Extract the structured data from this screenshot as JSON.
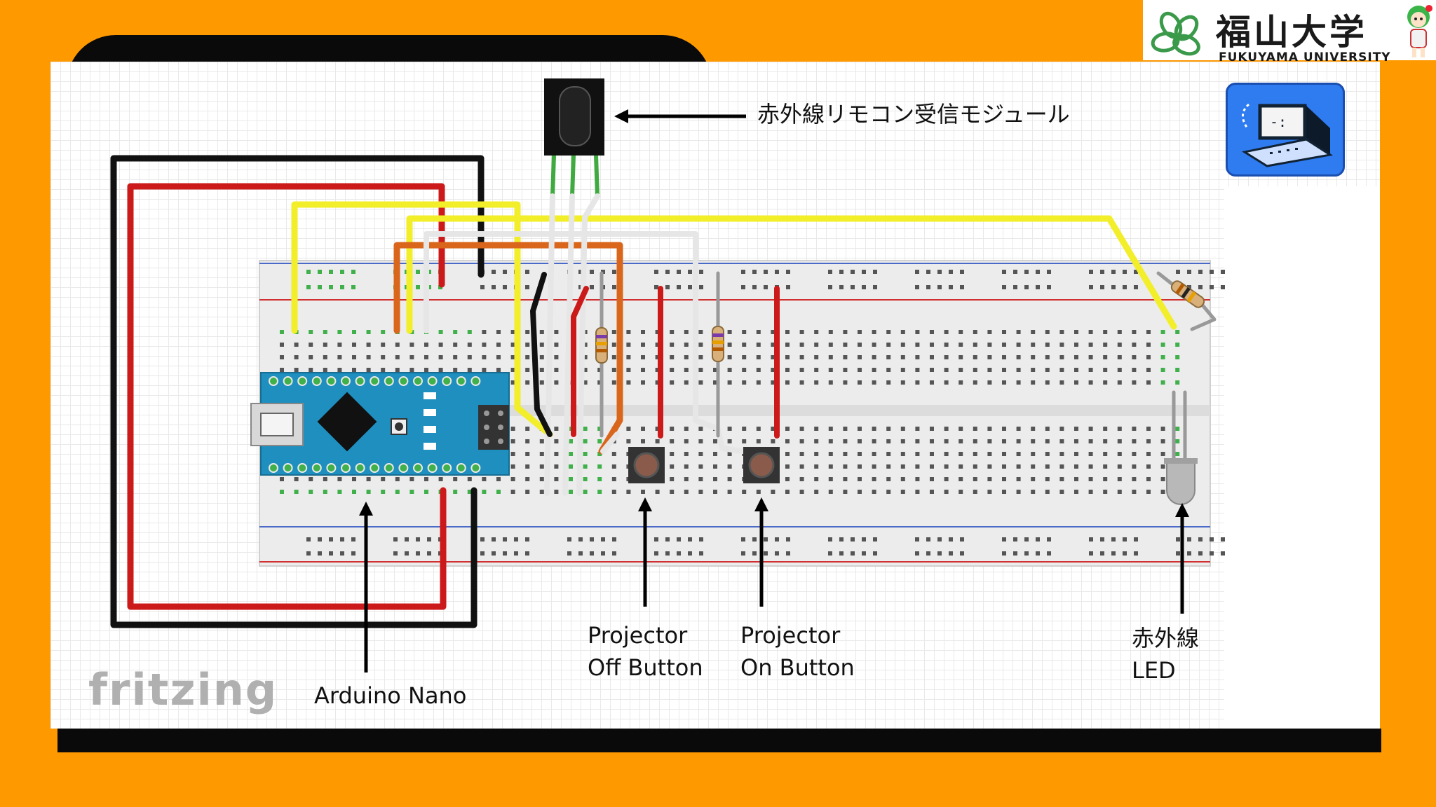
{
  "logo": {
    "jp": "福山大学",
    "en": "FUKUYAMA UNIVERSITY"
  },
  "annotations": {
    "ir_receiver": "赤外線リモコン受信モジュール",
    "arduino": "Arduino Nano",
    "off_button_line1": "Projector",
    "off_button_line2": "Off Button",
    "on_button_line1": "Projector",
    "on_button_line2": "On Button",
    "ir_led_line1": "赤外線",
    "ir_led_line2": "LED"
  },
  "watermark": "fritzing",
  "colors": {
    "background": "#ff9900",
    "wire_red": "#cc1a1a",
    "wire_black": "#111111",
    "wire_yellow": "#f2ee2a",
    "wire_orange": "#d9661a",
    "wire_white": "#e6e6e6",
    "wire_green": "#3faa3f",
    "arduino_board": "#1f8fbf"
  }
}
